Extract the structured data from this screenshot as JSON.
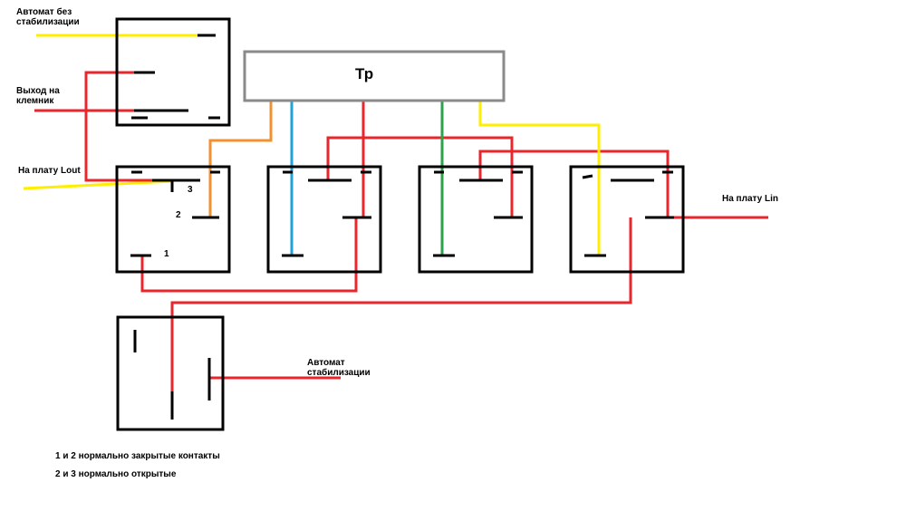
{
  "labels": {
    "auto_no_stab": "Автомат без\nстабилизации",
    "output_terminal": "Выход на\nклемник",
    "to_board_lout": "На плату Lout",
    "to_board_lin": "На плату Lin",
    "auto_stab": "Автомат\nстабилизации",
    "transformer": "Тр",
    "contact_3": "3",
    "contact_2": "2",
    "contact_1": "1"
  },
  "notes": {
    "nc": "1 и 2 нормально закрытые контакты",
    "no": "2 и 3 нормально открытые"
  },
  "colors": {
    "yellow": "#ffee00",
    "red": "#e8262b",
    "orange": "#f39030",
    "blue": "#1fa3da",
    "green": "#2aa34a",
    "gray": "#8a8a8a",
    "black": "#000000"
  }
}
